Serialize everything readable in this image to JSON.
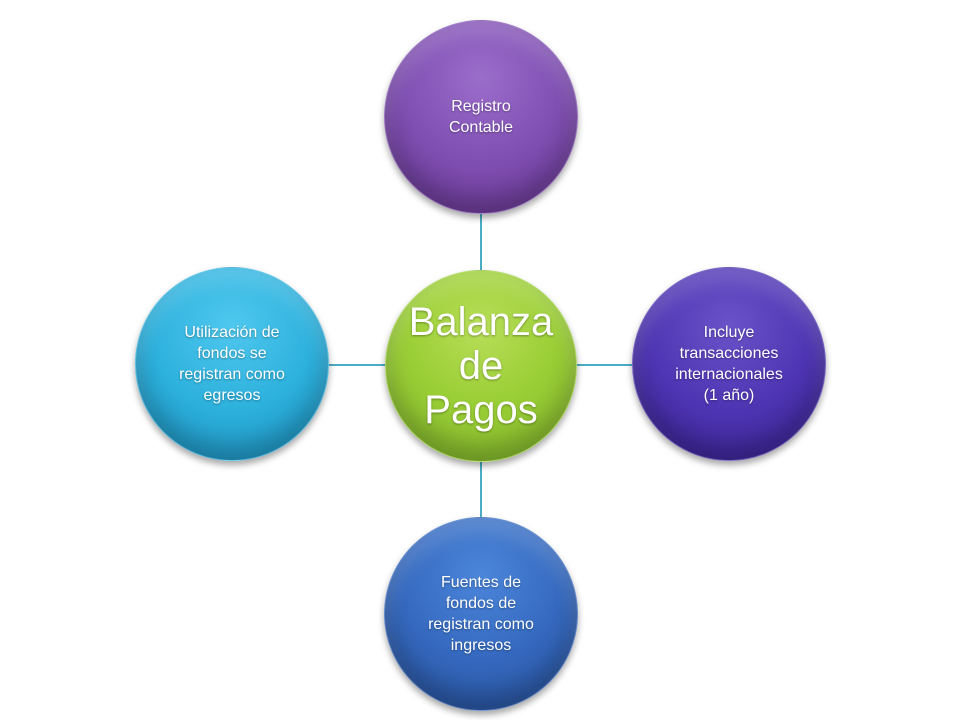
{
  "diagram": {
    "center": {
      "label": "Balanza\nde\nPagos"
    },
    "nodes": [
      {
        "id": "top",
        "label": "Registro\nContable"
      },
      {
        "id": "right",
        "label": "Incluye\ntransacciones\ninternacionales\n(1 año)"
      },
      {
        "id": "bottom",
        "label": "Fuentes de\nfondos de\nregistran como\ningresos"
      },
      {
        "id": "left",
        "label": "Utilización de\nfondos se\nregistran como\negresos"
      }
    ],
    "colors": {
      "center": "#9bcf36",
      "top": "#7f4fb2",
      "right": "#4e35b3",
      "bottom": "#3569bf",
      "left": "#2db1dd",
      "connector": "#4bacc6"
    }
  }
}
